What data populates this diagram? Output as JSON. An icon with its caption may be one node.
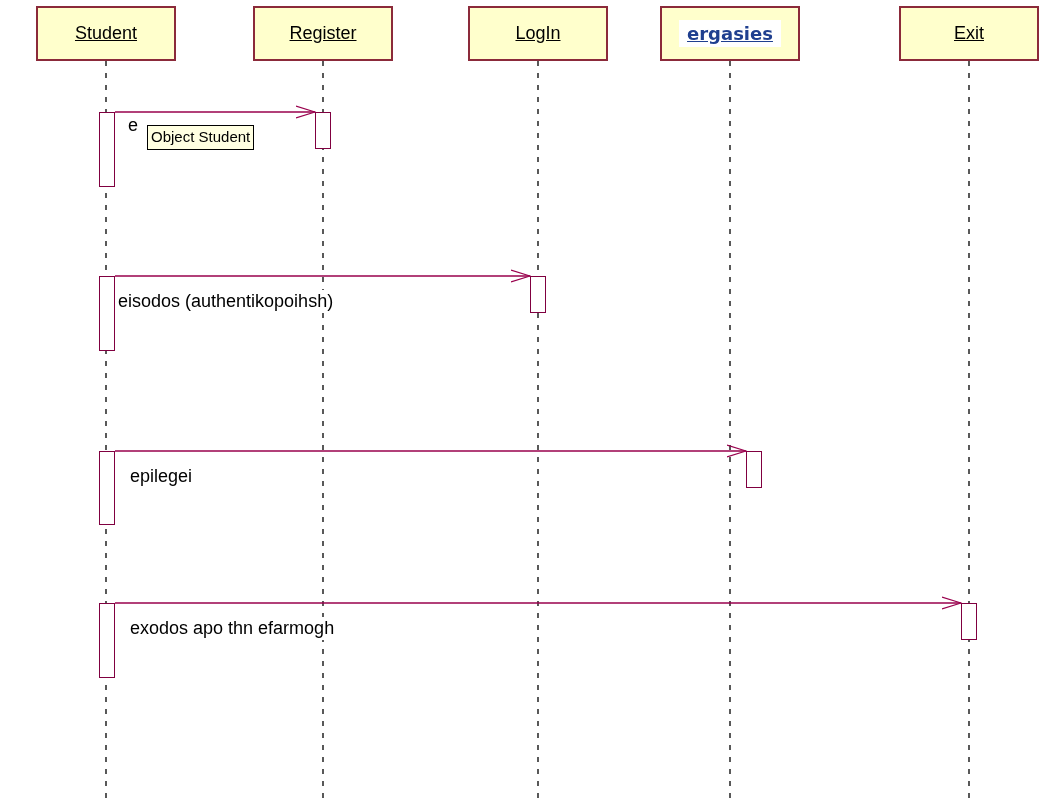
{
  "diagram": {
    "nodes": [
      {
        "text": [
          "Student"
        ]
      },
      {
        "text": [
          "Register"
        ]
      },
      {
        "text": [
          "LogIn"
        ]
      },
      {
        "text": [
          "ergasies"
        ]
      },
      {
        "text": [
          "Exit"
        ]
      },
      {
        "text": [],
        "shape": "bar"
      },
      {
        "text": [],
        "shape": "bar"
      },
      {
        "text": [],
        "shape": "bar"
      },
      {
        "text": [],
        "shape": "bar"
      },
      {
        "text": [],
        "shape": "bar"
      },
      {
        "text": [],
        "shape": "bar"
      },
      {
        "text": [],
        "shape": "bar"
      },
      {
        "text": [],
        "shape": "bar"
      }
    ],
    "edges": [
      {
        "from": 5,
        "to": 6,
        "arrow": "to",
        "label": "e"
      },
      {
        "from": 7,
        "to": 8,
        "arrow": "to",
        "label": "eisodos (authentikopoihsh)"
      },
      {
        "from": 9,
        "to": 10,
        "arrow": "to",
        "label": "epilegei"
      },
      {
        "from": 11,
        "to": 12,
        "arrow": "to",
        "label": "exodos apo thn efarmogh"
      }
    ],
    "labels": [
      "Object Student"
    ]
  }
}
